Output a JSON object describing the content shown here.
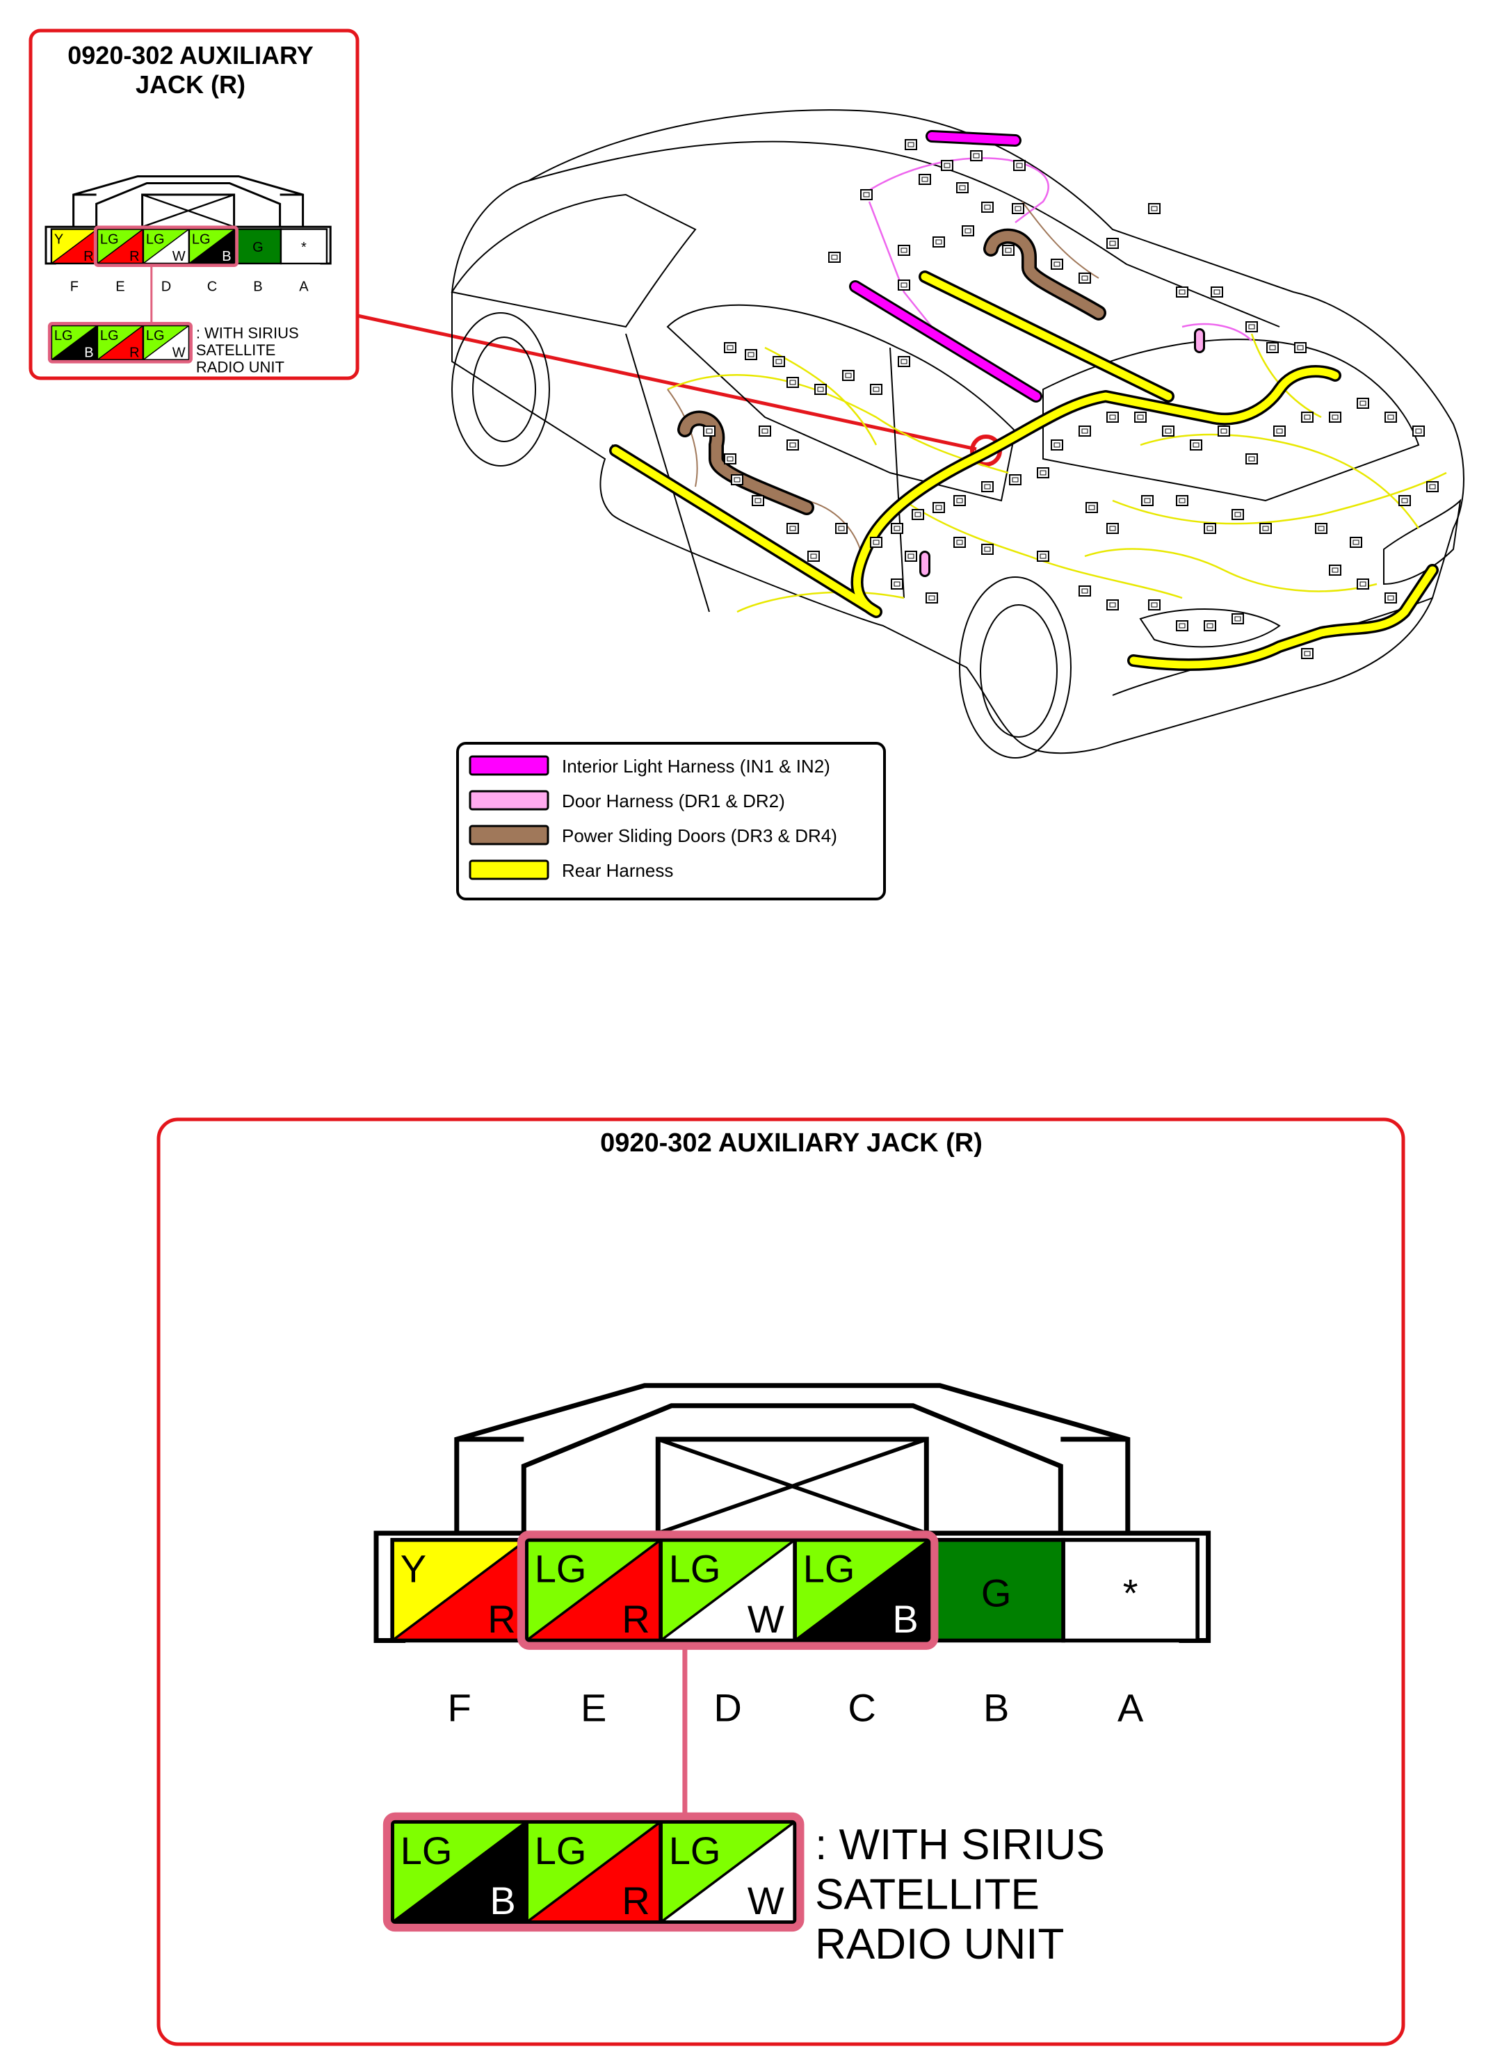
{
  "inset": {
    "title_line1": "0920-302 AUXILIARY",
    "title_line2": "JACK (R)"
  },
  "detail": {
    "title": "0920-302 AUXILIARY JACK (R)"
  },
  "connector": {
    "pins": [
      {
        "pin": "F",
        "top": "Y",
        "bottom": "R",
        "top_color": "#ffff00",
        "bottom_color": "#ff0000",
        "top_text_color": "#000000",
        "bottom_text_color": "#000000"
      },
      {
        "pin": "E",
        "top": "LG",
        "bottom": "R",
        "top_color": "#7fff00",
        "bottom_color": "#ff0000",
        "top_text_color": "#000000",
        "bottom_text_color": "#000000"
      },
      {
        "pin": "D",
        "top": "LG",
        "bottom": "W",
        "top_color": "#7fff00",
        "bottom_color": "#ffffff",
        "top_text_color": "#000000",
        "bottom_text_color": "#000000"
      },
      {
        "pin": "C",
        "top": "LG",
        "bottom": "B",
        "top_color": "#7fff00",
        "bottom_color": "#000000",
        "top_text_color": "#000000",
        "bottom_text_color": "#ffffff"
      },
      {
        "pin": "B",
        "single": "G",
        "color": "#008000",
        "text_color": "#000000"
      },
      {
        "pin": "A",
        "single": "*",
        "color": "#ffffff",
        "text_color": "#000000"
      }
    ],
    "alt_pins": [
      {
        "top": "LG",
        "bottom": "B",
        "top_color": "#7fff00",
        "bottom_color": "#000000",
        "top_text_color": "#000000",
        "bottom_text_color": "#ffffff"
      },
      {
        "top": "LG",
        "bottom": "R",
        "top_color": "#7fff00",
        "bottom_color": "#ff0000",
        "top_text_color": "#000000",
        "bottom_text_color": "#000000"
      },
      {
        "top": "LG",
        "bottom": "W",
        "top_color": "#7fff00",
        "bottom_color": "#ffffff",
        "top_text_color": "#000000",
        "bottom_text_color": "#000000"
      }
    ],
    "note_line1": ": WITH SIRIUS",
    "note_line2": "SATELLITE",
    "note_line3": "RADIO UNIT"
  },
  "legend": [
    {
      "label": "Interior Light Harness (IN1 & IN2)",
      "color": "#ff00ff"
    },
    {
      "label": "Door Harness (DR1 & DR2)",
      "color": "#ffaaee"
    },
    {
      "label": "Power Sliding Doors (DR3 & DR4)",
      "color": "#a0785a"
    },
    {
      "label": "Rear Harness",
      "color": "#ffff00"
    }
  ],
  "colors": {
    "frame_red": "#e4161c",
    "highlight_pink": "#e0607e",
    "harness_magenta": "#ff00ff",
    "harness_brown": "#a0785a",
    "harness_yellow": "#ffff00"
  }
}
